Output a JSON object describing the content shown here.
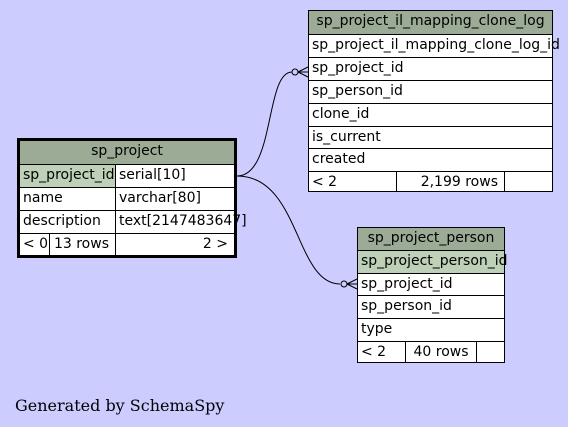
{
  "tables": {
    "sp_project": {
      "name": "sp_project",
      "columns": [
        {
          "name": "sp_project_id",
          "type": "serial[10]"
        },
        {
          "name": "name",
          "type": "varchar[80]"
        },
        {
          "name": "description",
          "type": "text[2147483647]"
        }
      ],
      "footer": {
        "left": "< 0",
        "rows": "13 rows",
        "right": "2 >"
      }
    },
    "sp_project_il_mapping_clone_log": {
      "name": "sp_project_il_mapping_clone_log",
      "columns": [
        "sp_project_il_mapping_clone_log_id",
        "sp_project_id",
        "sp_person_id",
        "clone_id",
        "is_current",
        "created"
      ],
      "footer": {
        "left": "< 2",
        "rows": "2,199 rows"
      }
    },
    "sp_project_person": {
      "name": "sp_project_person",
      "columns": [
        "sp_project_person_id",
        "sp_project_id",
        "sp_person_id",
        "type"
      ],
      "footer": {
        "left": "< 2",
        "rows": "40 rows"
      }
    }
  },
  "relationships": [
    {
      "from": "sp_project.sp_project_id",
      "to": "sp_project_il_mapping_clone_log.sp_project_id"
    },
    {
      "from": "sp_project.sp_project_id",
      "to": "sp_project_person.sp_project_id"
    }
  ],
  "colors": {
    "background": "#ccccff",
    "header": "#9bab96",
    "primary_key": "#bed1b8"
  },
  "generated_by": "Generated by SchemaSpy"
}
